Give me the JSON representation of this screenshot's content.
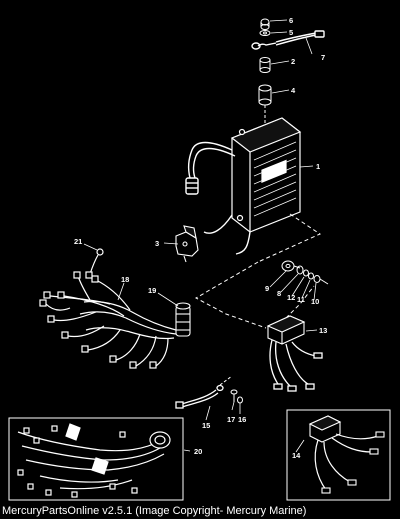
{
  "footer": {
    "caption": "MercuryPartsOnline v2.5.1 (Image Copyright- Mercury Marine)"
  },
  "callouts": {
    "c1": "1",
    "c2": "2",
    "c3": "3",
    "c4": "4",
    "c5": "5",
    "c6": "6",
    "c7": "7",
    "c8": "8",
    "c9": "9",
    "c10": "10",
    "c11": "11",
    "c12": "12",
    "c13": "13",
    "c14": "14",
    "c15": "15",
    "c16": "16",
    "c17": "17",
    "c18": "18",
    "c19": "19",
    "c20": "20",
    "c21": "21"
  },
  "colors": {
    "background": "#000000",
    "line": "#ffffff"
  }
}
